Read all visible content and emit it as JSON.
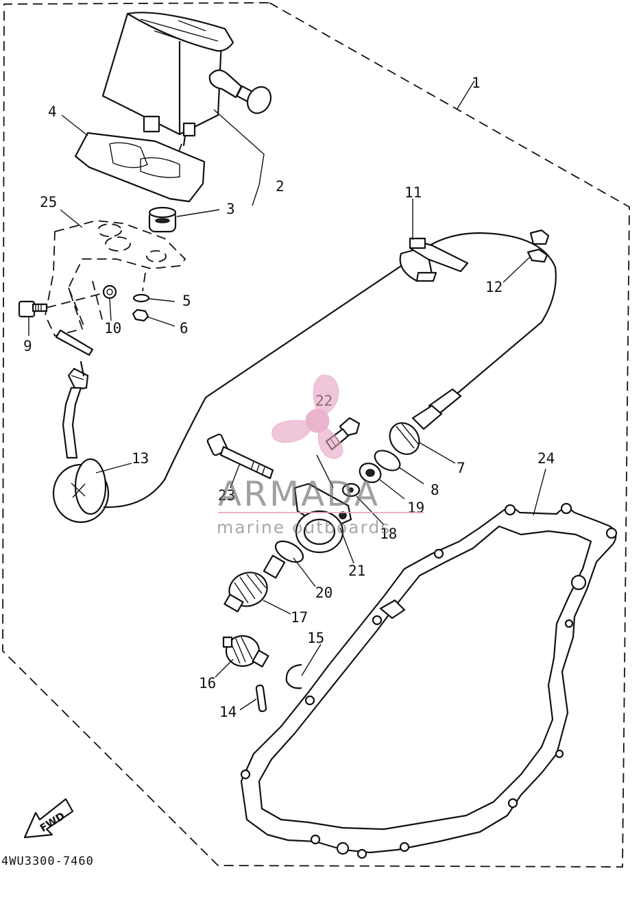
{
  "diagram": {
    "code": "4WU3300-7460",
    "direction_label": "FWD",
    "callouts": [
      "1",
      "2",
      "3",
      "4",
      "5",
      "6",
      "7",
      "8",
      "9",
      "10",
      "11",
      "12",
      "13",
      "14",
      "15",
      "16",
      "17",
      "18",
      "19",
      "20",
      "21",
      "22",
      "23",
      "24",
      "25"
    ]
  },
  "watermark": {
    "brand": "ARMADA",
    "tagline": "marine outboards",
    "color": "#e7a3c2"
  }
}
